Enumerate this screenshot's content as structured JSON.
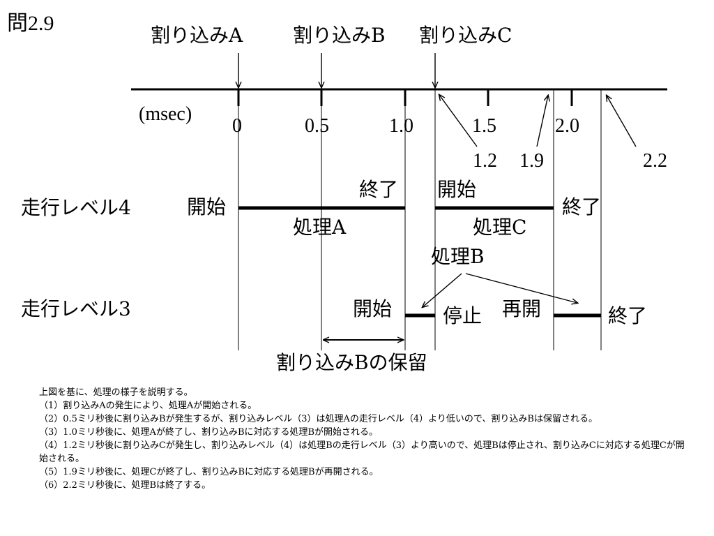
{
  "problem_title": "問2.9",
  "interrupts": {
    "a": "割り込みA",
    "b": "割り込みB",
    "c": "割り込みC"
  },
  "axis": {
    "unit": "(msec)",
    "ticks": [
      "0",
      "0.5",
      "1.0",
      "1.5",
      "2.0"
    ],
    "pointers": [
      "1.2",
      "1.9",
      "2.2"
    ]
  },
  "level4": {
    "label": "走行レベル4",
    "start_left": "開始",
    "end_a": "終了",
    "start_c": "開始",
    "end_c": "終了",
    "process_a": "処理A",
    "process_c": "処理C"
  },
  "process_b": "処理B",
  "level3": {
    "label": "走行レベル3",
    "start": "開始",
    "stop": "停止",
    "resume": "再開",
    "end": "終了"
  },
  "hold_label": "割り込みBの保留",
  "explanation": [
    "上図を基に、処理の様子を説明する。",
    "（1）割り込みAの発生により、処理Aが開始される。",
    "（2）0.5ミリ秒後に割り込みBが発生するが、割り込みレベル（3）は処理Aの走行レベル（4）より低いので、割り込みBは保留される。",
    "（3）1.0ミリ秒後に、処理Aが終了し、割り込みBに対応する処理Bが開始される。",
    "（4）1.2ミリ秒後に割り込みCが発生し、割り込みレベル（4）は処理Bの走行レベル（3）より高いので、処理Bは停止され、割り込みCに対応する処理Cが開始される。",
    "（5）1.9ミリ秒後に、処理Cが終了し、割り込みBに対応する処理Bが再開される。",
    "（6）2.2ミリ秒後に、処理Bは終了する。"
  ]
}
